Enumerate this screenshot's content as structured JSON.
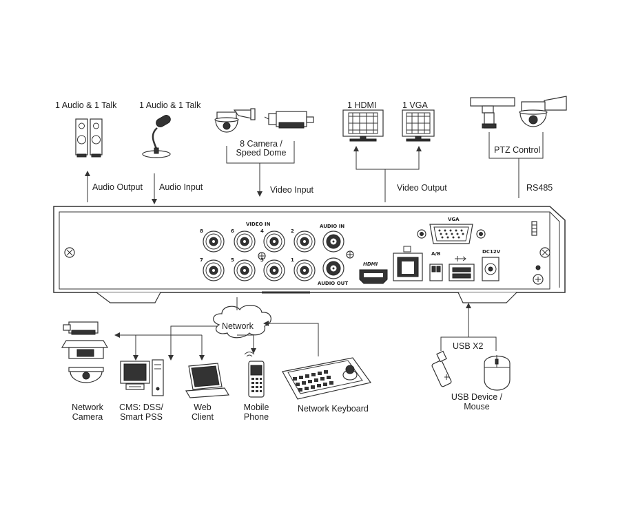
{
  "labels": {
    "audio_talk_1": "1 Audio  & 1 Talk",
    "audio_talk_2": "1 Audio & 1 Talk",
    "camera_line1": "8  Camera /",
    "camera_line2": "Speed Dome",
    "hdmi": "1 HDMI",
    "vga": "1 VGA",
    "ptz_control": "PTZ Control",
    "audio_output": "Audio  Output",
    "audio_input": "Audio  Input",
    "video_input": "Video Input",
    "video_output": "Video Output",
    "rs485": "RS485",
    "network": "Network",
    "usb_x2": "USB X2",
    "network_camera_1": "Network",
    "network_camera_2": "Camera",
    "cms_1": "CMS: DSS/",
    "cms_2": "Smart PSS",
    "web_1": "Web",
    "web_2": "Client",
    "mobile_1": "Mobile",
    "mobile_2": "Phone",
    "network_keyboard": "Network Keyboard",
    "usb_device_1": "USB Device /",
    "usb_device_2": "Mouse"
  },
  "panel": {
    "video_in": "VIDEO IN",
    "audio_in": "AUDIO IN",
    "audio_out": "AUDIO OUT",
    "vga_port": "VGA",
    "hdmi_port": "HDMI",
    "ab_port": "A/B",
    "dc_port": "DC12V",
    "bnc_top": [
      "8",
      "6",
      "4",
      "2"
    ],
    "bnc_bottom": [
      "7",
      "5",
      "3",
      "1"
    ]
  }
}
